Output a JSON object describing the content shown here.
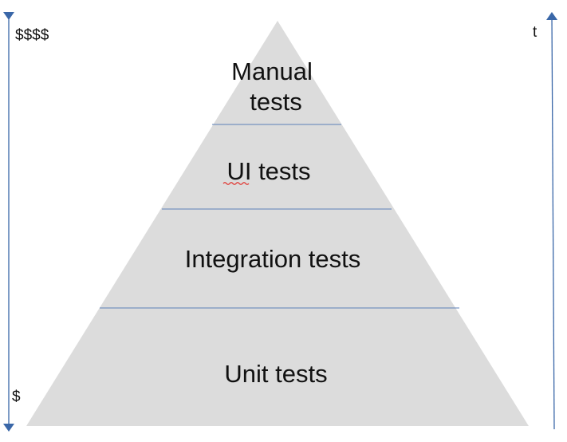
{
  "left_axis": {
    "top_label": "$$$$",
    "bottom_label": "$",
    "color": "#3a67a8"
  },
  "right_axis": {
    "label": "t",
    "color": "#3a67a8"
  },
  "pyramid": {
    "fill": "#dcdcdc",
    "divider_color": "#5b7fb7",
    "levels": [
      {
        "lines": [
          "Manual",
          "tests"
        ]
      },
      {
        "lines": [
          "UI tests"
        ]
      },
      {
        "lines": [
          "Integration tests"
        ]
      },
      {
        "lines": [
          "Unit tests"
        ]
      }
    ]
  }
}
